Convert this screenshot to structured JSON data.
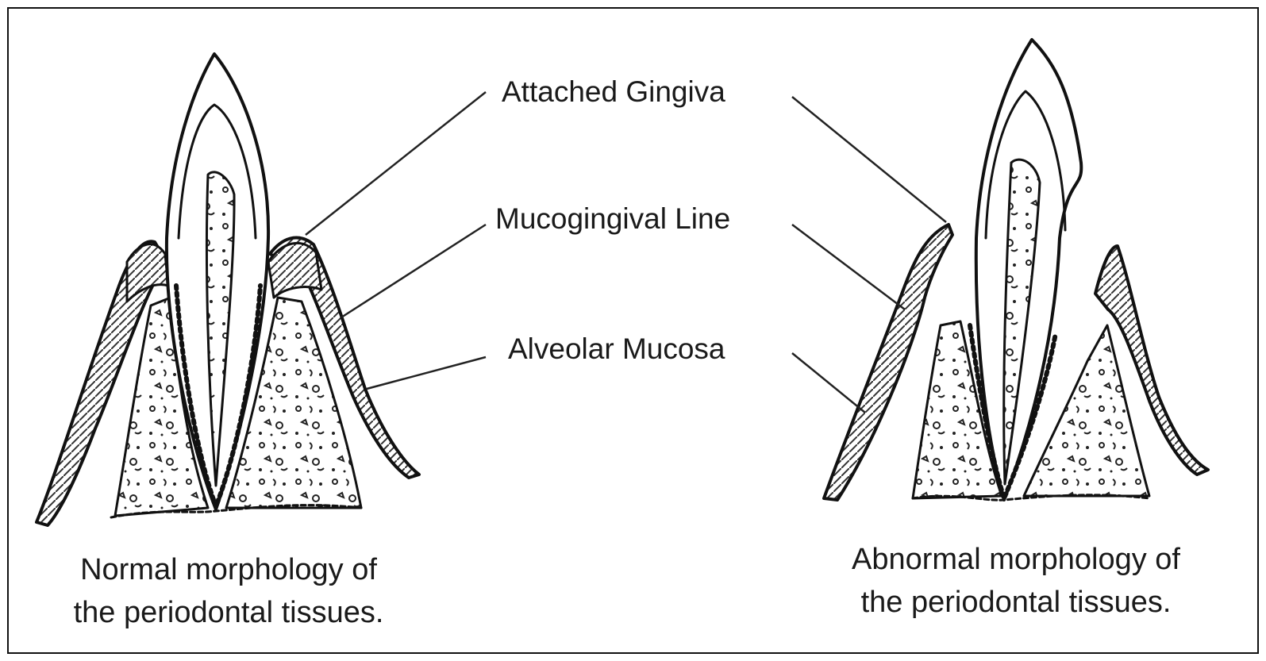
{
  "labels": {
    "attached_gingiva": "Attached Gingiva",
    "mucogingival_line": "Mucogingival Line",
    "alveolar_mucosa": "Alveolar Mucosa"
  },
  "captions": {
    "normal": [
      "Normal morphology of",
      "the periodontal tissues."
    ],
    "abnormal": [
      "Abnormal morphology of",
      "the periodontal tissues."
    ]
  }
}
